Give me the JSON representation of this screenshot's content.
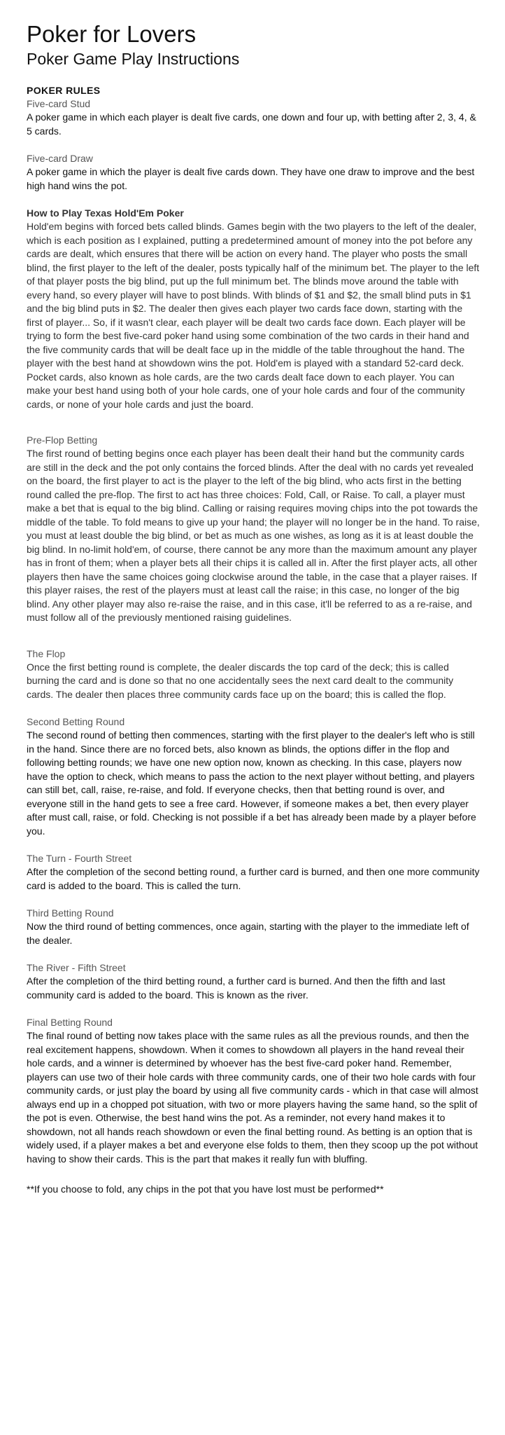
{
  "header": {
    "title": "Poker for Lovers",
    "subtitle": "Poker Game Play Instructions"
  },
  "rules_heading": "POKER RULES",
  "sections": [
    {
      "title": "Five-card Stud",
      "body": "A poker game in which each player is dealt five cards, one down and four up, with betting after 2, 3, 4, & 5 cards."
    },
    {
      "title": "Five-card Draw",
      "body": "A poker game in which the player is dealt five cards down. They have one draw to improve and the best high hand wins the pot."
    },
    {
      "title": "How to Play Texas Hold'Em Poker",
      "body": "Hold'em begins with forced bets called blinds. Games begin with the two players to the left of the dealer, which is each position as I explained, putting a predetermined amount of money into the pot before any cards are dealt, which ensures that there will be action on every hand. The player who posts the small blind, the first player to the left of the dealer, posts typically half of the minimum bet. The player to the left of that player posts the big blind, put up the full minimum bet. The blinds move around the table with every hand, so every player will have to post blinds. With blinds of $1 and $2, the small blind puts in $1 and the big blind puts in $2. The dealer then gives each player two cards face down, starting with the first of player... So, if it wasn't clear, each player will be dealt two cards face down. Each player will be trying to form the best five-card poker hand using some combination of the two cards in their hand and the five community cards that will be dealt face up in the middle of the table throughout the hand. The player with the best hand at showdown wins the pot. Hold'em is played with a standard 52-card deck. Pocket cards, also known as hole cards, are the two cards dealt face down to each player. You can make your best hand using both of your hole cards, one of your hole cards and four of the community cards, or none of your hole cards and just the board."
    },
    {
      "title": "Pre-Flop Betting",
      "body": "The first round of betting begins once each player has been dealt their hand but the community cards are still in the deck and the pot only contains the forced blinds. After the deal with no cards yet revealed on the board, the first player to act is the player to the left of the big blind, who acts first in the betting round called the pre-flop. The first to act has three choices: Fold, Call, or Raise. To call, a player must make a bet that is equal to the big blind. Calling or raising requires moving chips into the pot towards the middle of the table. To fold means to give up your hand; the player will no longer be in the hand. To raise, you must at least double the big blind, or bet as much as one wishes, as long as it is at least double the big blind. In no-limit hold'em, of course, there cannot be any more than the maximum amount any player has in front of them; when a player bets all their chips it is called all in. After the first player acts, all other players then have the same choices going clockwise around the table, in the case that a player raises. If this player raises, the rest of the players must at least call the raise; in this case, no longer of the big blind. Any other player may also re-raise the raise, and in this case, it'll be referred to as a re-raise, and must follow all of the previously mentioned raising guidelines."
    },
    {
      "title": "The Flop",
      "body": "Once the first betting round is complete, the dealer discards the top card of the deck; this is called burning the card and is done so that no one accidentally sees the next card dealt to the community cards. The dealer then places three community cards face up on the board; this is called the flop."
    },
    {
      "title": "Second Betting Round",
      "body": "The second round of betting then commences, starting with the first player to the dealer's left who is still in the hand. Since there are no forced bets, also known as blinds, the options differ in the flop and following betting rounds; we have one new option now, known as checking. In this case, players now have the option to check, which means to pass the action to the next player without betting, and players can still bet, call, raise, re-raise, and fold. If everyone checks, then that betting round is over, and everyone still in the hand gets to see a free card. However, if someone makes a bet, then every player after must call, raise, or fold. Checking is not possible if a bet has already been made by a player before you."
    },
    {
      "title": "The Turn - Fourth Street",
      "body": "After the completion of the second betting round, a further card is burned, and then one more community card is added to the board. This is called the turn."
    },
    {
      "title": "Third Betting Round",
      "body": "Now the third round of betting commences, once again, starting with the player to the immediate left of the dealer."
    },
    {
      "title": "The River - Fifth Street",
      "body": "After the completion of the third betting round, a further card is burned. And then the fifth and last community card is added to the board. This is known as the river."
    },
    {
      "title": "Final Betting Round",
      "body": "The final round of betting now takes place with the same rules as all the previous rounds, and then the real excitement happens, showdown. When it comes to showdown all players in the hand reveal their hole cards, and a winner is determined by whoever has the best five-card poker hand. Remember, players can use two of their hole cards with three community cards, one of their two hole cards with four community cards, or just play the board by using all five community cards - which in that case will almost always end up in a chopped pot situation, with two or more players having the same hand, so the split of the pot is even. Otherwise, the best hand wins the pot. As a reminder, not every hand makes it to showdown, not all hands reach showdown or even the final betting round. As betting is an option that is widely used, if a player makes a bet and everyone else folds to them, then they scoop up the pot without having to show their cards. This is the part that makes it really fun with bluffing."
    }
  ],
  "footnote": "**If you choose to fold, any chips in the pot that you have lost must be performed**"
}
